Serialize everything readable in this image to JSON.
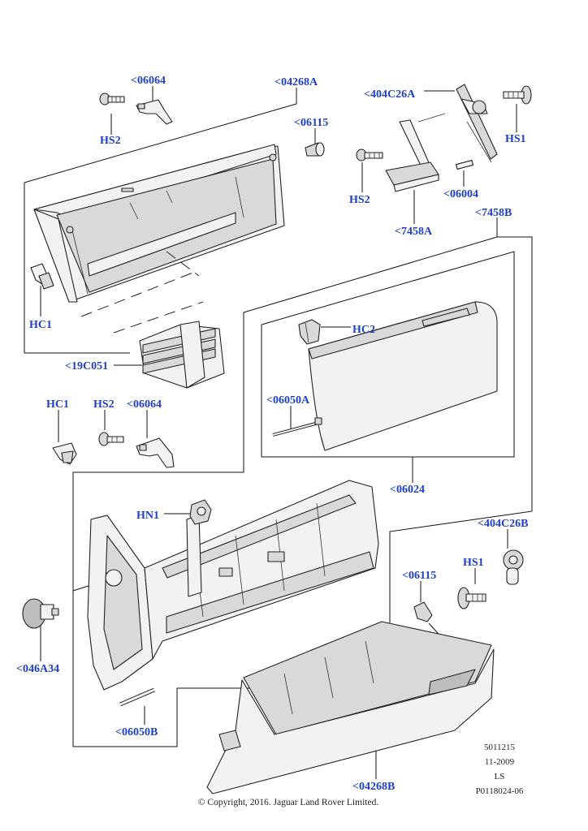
{
  "callouts": {
    "c_06064_top": "<06064",
    "c_04268A": "<04268A",
    "c_HS2_top": "HS2",
    "c_06115_top": "<06115",
    "c_404C26A": "<404C26A",
    "c_HS1_top": "HS1",
    "c_HS2_mid": "HS2",
    "c_06004": "<06004",
    "c_7458A": "<7458A",
    "c_7458B": "<7458B",
    "c_HC1_top": "HC1",
    "c_19C051": "<19C051",
    "c_HC2": "HC2",
    "c_06050A": "<06050A",
    "c_HC1_mid": "HC1",
    "c_HS2_low": "HS2",
    "c_06064_low": "<06064",
    "c_06024": "<06024",
    "c_HN1": "HN1",
    "c_404C26B": "<404C26B",
    "c_HS1_low": "HS1",
    "c_06115_low": "<06115",
    "c_046A34": "<046A34",
    "c_06050B": "<06050B",
    "c_04268B": "<04268B"
  },
  "meta": {
    "code1": "5011215",
    "date": "11-2009",
    "code2": "LS",
    "ref": "P0118024-06"
  },
  "copyright": "© Copyright, 2016. Jaguar Land Rover Limited.",
  "colors": {
    "callout": "#1f3fc7",
    "line": "#111111"
  }
}
